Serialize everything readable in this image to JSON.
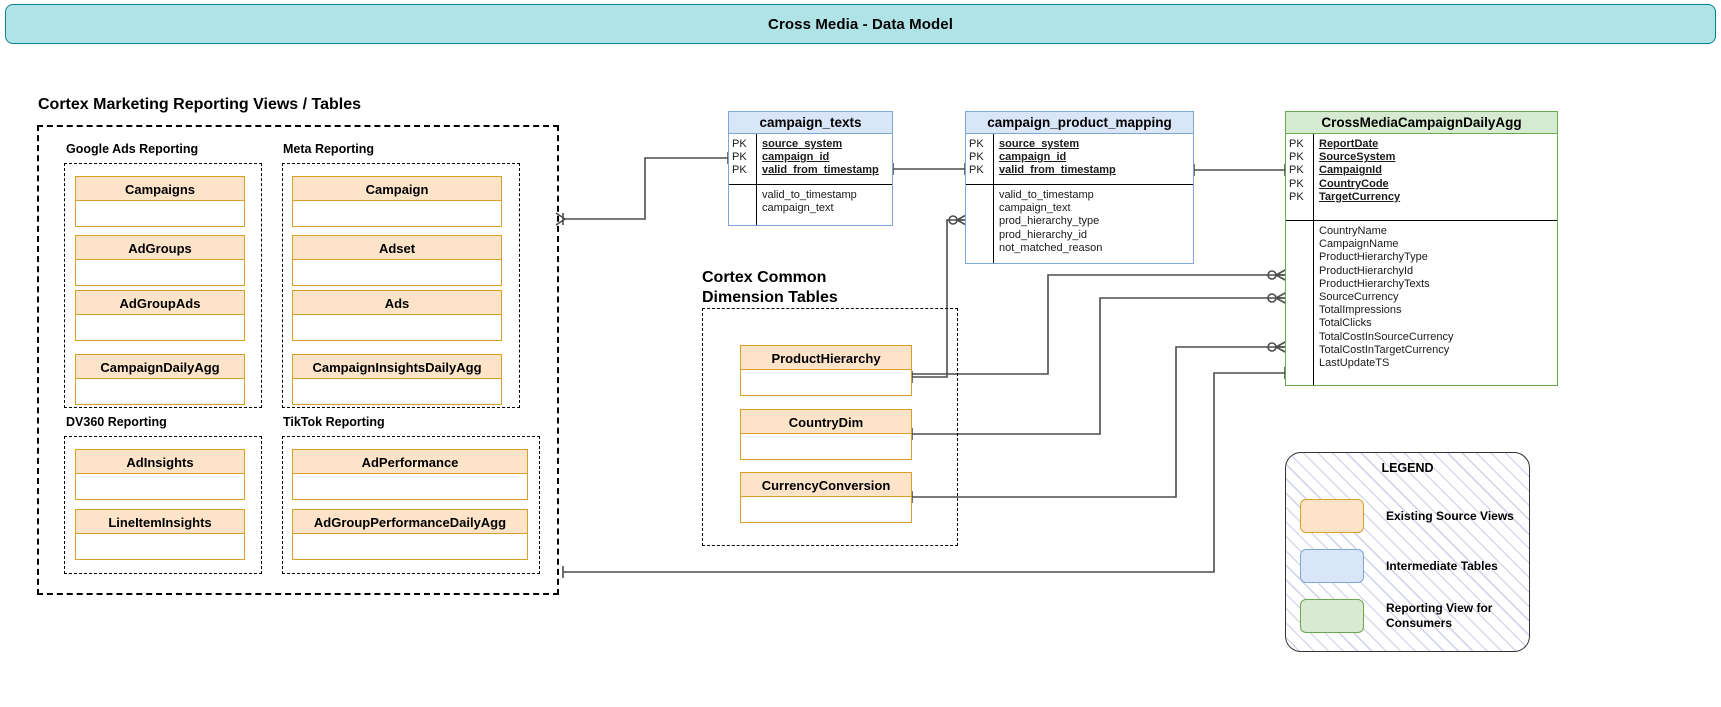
{
  "header": {
    "title": "Cross Media - Data Model"
  },
  "sections": {
    "cortex_marketing": "Cortex Marketing Reporting Views / Tables",
    "cortex_common": "Cortex Common\nDimension Tables"
  },
  "groups": [
    {
      "label": "Google Ads Reporting",
      "tables": [
        "Campaigns",
        "AdGroups",
        "AdGroupAds",
        "CampaignDailyAgg"
      ]
    },
    {
      "label": "Meta Reporting",
      "tables": [
        "Campaign",
        "Adset",
        "Ads",
        "CampaignInsightsDailyAgg"
      ]
    },
    {
      "label": "DV360 Reporting",
      "tables": [
        "AdInsights",
        "LineItemInsights"
      ]
    },
    {
      "label": "TikTok Reporting",
      "tables": [
        "AdPerformance",
        "AdGroupPerformanceDailyAgg"
      ]
    }
  ],
  "common_dimension_tables": [
    "ProductHierarchy",
    "CountryDim",
    "CurrencyConversion"
  ],
  "entities": {
    "campaign_texts": {
      "name": "campaign_texts",
      "kind": "intermediate",
      "key_label": "PK",
      "primary_keys": [
        "source_system",
        "campaign_id",
        "valid_from_timestamp"
      ],
      "attributes": [
        "valid_to_timestamp",
        "campaign_text"
      ]
    },
    "campaign_product_mapping": {
      "name": "campaign_product_mapping",
      "kind": "intermediate",
      "key_label": "PK",
      "primary_keys": [
        "source_system",
        "campaign_id",
        "valid_from_timestamp"
      ],
      "attributes": [
        "valid_to_timestamp",
        "campaign_text",
        "prod_hierarchy_type",
        "prod_hierarchy_id",
        "not_matched_reason"
      ]
    },
    "cross_media_campaign_daily_agg": {
      "name": "CrossMediaCampaignDailyAgg",
      "kind": "reporting",
      "key_label": "PK",
      "primary_keys": [
        "ReportDate",
        "SourceSystem",
        "CampaignId",
        "CountryCode",
        "TargetCurrency"
      ],
      "attributes": [
        "CountryName",
        "CampaignName",
        "ProductHierarchyType",
        "ProductHierarchyId",
        "ProductHierarchyTexts",
        "SourceCurrency",
        "TotalImpressions",
        "TotalClicks",
        "TotalCostInSourceCurrency",
        "TotalCostInTargetCurrency",
        "LastUpdateTS"
      ]
    }
  },
  "legend": {
    "title": "LEGEND",
    "items": [
      {
        "swatch": "orange",
        "label": "Existing Source Views"
      },
      {
        "swatch": "blue",
        "label": "Intermediate Tables"
      },
      {
        "swatch": "green",
        "label": "Reporting View for\nConsumers"
      }
    ]
  },
  "colors": {
    "header_fill": "#b0e3e6",
    "header_stroke": "#0e8088",
    "source_fill": "#fde3c7",
    "source_stroke": "#d6a029",
    "intermediate_fill": "#d9e6f8",
    "intermediate_stroke": "#7ea6d9",
    "reporting_fill": "#d5ead0",
    "reporting_stroke": "#6aa84f",
    "connector": "#4d4d4d"
  }
}
